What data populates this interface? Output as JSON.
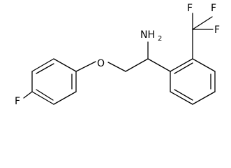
{
  "structure": {
    "atoms": {
      "fluorine_para": "F",
      "oxygen_ether": "O",
      "amine_prefix": "NH",
      "amine_subscript": "2",
      "cf3_fluorine_top_left": "F",
      "cf3_fluorine_top_right": "F",
      "cf3_fluorine_right": "F"
    }
  }
}
